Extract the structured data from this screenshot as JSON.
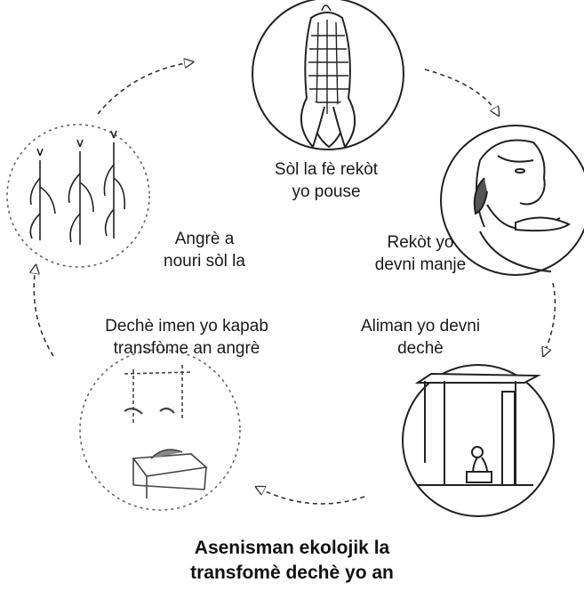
{
  "stages": [
    {
      "id": "corn",
      "icon": "corn-cob-icon",
      "label_lines": [
        "Sòl la fè rekòt",
        "yo pouse"
      ]
    },
    {
      "id": "eating",
      "icon": "person-eating-icon",
      "label_lines": [
        "Rekòt yo",
        "devni manje"
      ]
    },
    {
      "id": "latrine",
      "icon": "latrine-icon",
      "label_lines": [
        "Aliman yo devni",
        "dechè"
      ]
    },
    {
      "id": "compost",
      "icon": "compost-bin-icon",
      "label_lines": [
        "Dechè imen yo kapab",
        "transfòme an angrè"
      ]
    },
    {
      "id": "crops",
      "icon": "crops-field-icon",
      "label_lines": [
        "Angrè a",
        "nouri sòl la"
      ]
    }
  ],
  "caption_lines": [
    "Asenisman ekolojik la",
    "transfomè dechè yo an"
  ],
  "colors": {
    "ink": "#1a1a1a",
    "background": "#ffffff"
  }
}
